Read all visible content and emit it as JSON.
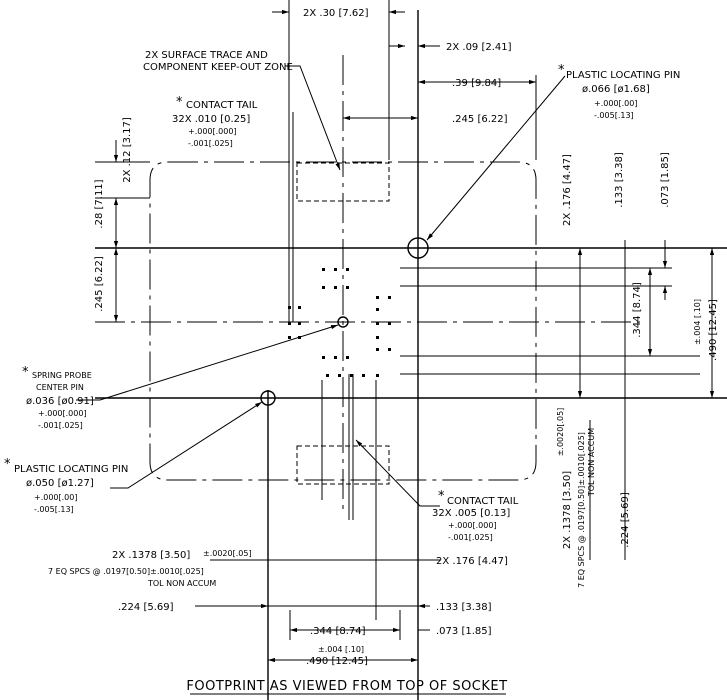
{
  "title": "FOOTPRINT AS VIEWED FROM TOP OF SOCKET",
  "callouts": {
    "keepout_line1": "2X SURFACE TRACE AND",
    "keepout_line2": "COMPONENT KEEP-OUT ZONE",
    "contact_tail_top_title": "CONTACT TAIL",
    "contact_tail_top_dim": "32X .010 [0.25]",
    "contact_tail_top_tol_plus": "+.000[.000]",
    "contact_tail_top_tol_minus": "-.001[.025]",
    "plastic_pin_right_title": "PLASTIC LOCATING PIN",
    "plastic_pin_right_dim": "ø.066 [ø1.68]",
    "plastic_pin_right_tol_plus": "+.000[.00]",
    "plastic_pin_right_tol_minus": "-.005[.13]",
    "spring_probe_line1": "SPRING PROBE",
    "spring_probe_line2": "CENTER PIN",
    "spring_probe_dim": "ø.036 [ø0.91]",
    "spring_probe_tol_plus": "+.000[.000]",
    "spring_probe_tol_minus": "-.001[.025]",
    "plastic_pin_left_title": "PLASTIC LOCATING PIN",
    "plastic_pin_left_dim": "ø.050 [ø1.27]",
    "plastic_pin_left_tol_plus": "+.000[.00]",
    "plastic_pin_left_tol_minus": "-.005[.13]",
    "contact_tail_bottom_title": "CONTACT TAIL",
    "contact_tail_bottom_dim": "32X .005 [0.13]",
    "contact_tail_bottom_tol_plus": "+.000[.000]",
    "contact_tail_bottom_tol_minus": "-.001[.025]",
    "asterisk": "*"
  },
  "dimensions": {
    "top_2x_30": "2X .30 [7.62]",
    "top_2x_09": "2X .09 [2.41]",
    "top_39": ".39 [9.84]",
    "top_245": ".245 [6.22]",
    "left_2x_12": "2X .12 [3.17]",
    "left_28": ".28 [7.11]",
    "left_245": ".245 [6.22]",
    "right_2x_176": "2X .176 [4.47]",
    "right_133": ".133 [3.38]",
    "right_073": ".073 [1.85]",
    "right_344": ".344 [8.74]",
    "right_004": "±.004 [.10]",
    "right_490": ".490 [12.45]",
    "right_1378": "2X .1378 [3.50]",
    "right_1378_tol": "±.0020[.05]",
    "right_eq_spcs": "7 EQ SPCS @ .0197[0.50]±.0010[.025]",
    "right_tol_non_accum": "TOL NON ACCUM",
    "right_224": ".224 [5.69]",
    "bot_1378": "2X .1378 [3.50]",
    "bot_1378_tol": "±.0020[.05]",
    "bot_eq_spcs": "7 EQ SPCS @ .0197[0.50]±.0010[.025]",
    "bot_tol_non_accum": "TOL NON ACCUM",
    "bot_2x_176": "2X .176 [4.47]",
    "bot_224": ".224 [5.69]",
    "bot_133": ".133 [3.38]",
    "bot_344": ".344 [8.74]",
    "bot_073": ".073 [1.85]",
    "bot_004": "±.004 [.10]",
    "bot_490": ".490 [12.45]"
  }
}
